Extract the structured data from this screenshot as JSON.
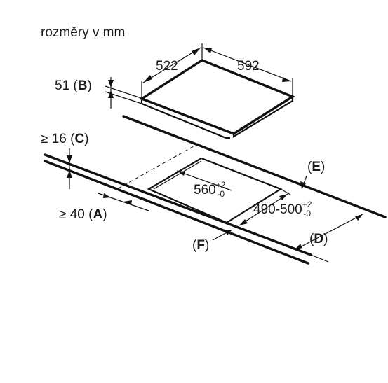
{
  "title": "rozměry v mm",
  "dimensions": {
    "depth": "522",
    "width": "592",
    "thickness": "51",
    "clearance_top": "≥ 16",
    "clearance_front": "≥ 40",
    "cutout_width": "560",
    "cutout_width_tol_plus": "+2",
    "cutout_width_tol_minus": "-0",
    "cutout_depth": "490-500",
    "cutout_depth_tol_plus": "+2",
    "cutout_depth_tol_minus": "-0"
  },
  "markers": {
    "A": "A",
    "B": "B",
    "C": "C",
    "D": "D",
    "E": "E",
    "F": "F",
    "open": "(",
    "close": ")"
  }
}
